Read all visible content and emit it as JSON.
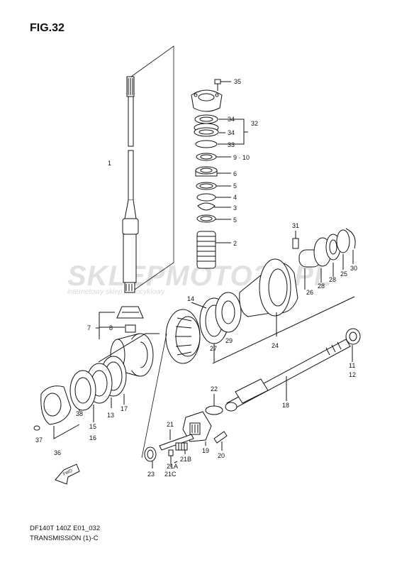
{
  "figure": {
    "title": "FIG.32",
    "code": "DF140T 140Z E01_032",
    "caption": "TRANSMISSION (1)-C"
  },
  "watermark": {
    "brand": "SKLEPMOTO24.PL",
    "tagline": "internetowy sklep motocyklowy"
  },
  "callouts": {
    "c1": "1",
    "c2": "2",
    "c3": "3",
    "c4": "4",
    "c5a": "5",
    "c5b": "5",
    "c6": "6",
    "c7": "7",
    "c8": "8",
    "c910": "9 · 10",
    "c11": "11",
    "c12": "12",
    "c13": "13",
    "c14": "14",
    "c15": "15",
    "c16": "16",
    "c17": "17",
    "c18": "18",
    "c19": "19",
    "c20": "20",
    "c21": "21",
    "c21a": "21A",
    "c21b": "21B",
    "c21c": "21C",
    "c22": "22",
    "c23": "23",
    "c24": "24",
    "c25": "25",
    "c26": "26",
    "c27": "27",
    "c28": "28",
    "c29": "29",
    "c30": "30",
    "c31": "31",
    "c32": "32",
    "c33": "33",
    "c34a": "34",
    "c34b": "34",
    "c35": "35",
    "c36": "36",
    "c37": "37",
    "c38": "38"
  },
  "icons": {
    "fwd": "fwd-arrow-icon"
  }
}
